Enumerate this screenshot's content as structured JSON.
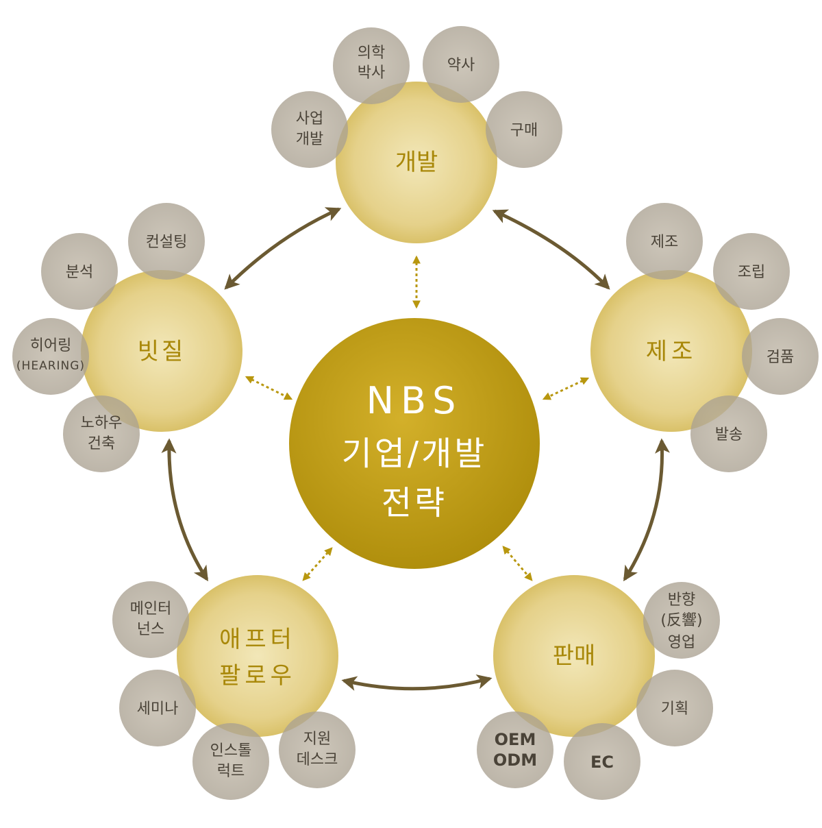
{
  "center": {
    "line1": "NBS",
    "line2": "기업/개발",
    "line3": "전략"
  },
  "stages": {
    "dev": {
      "label": "개발"
    },
    "mfg": {
      "label": "제조"
    },
    "sales": {
      "label": "판매"
    },
    "after": {
      "line1": "애프터",
      "line2": "팔로우"
    },
    "bitjil": {
      "label": "빗질"
    }
  },
  "satellites": {
    "dev": [
      {
        "lines": [
          "의학",
          "박사"
        ]
      },
      {
        "lines": [
          "약사"
        ]
      },
      {
        "lines": [
          "사업",
          "개발"
        ]
      },
      {
        "lines": [
          "구매"
        ]
      }
    ],
    "mfg": [
      {
        "lines": [
          "제조"
        ]
      },
      {
        "lines": [
          "조립"
        ]
      },
      {
        "lines": [
          "검품"
        ]
      },
      {
        "lines": [
          "발송"
        ]
      }
    ],
    "sales": [
      {
        "lines": [
          "반향",
          "(反響)",
          "영업"
        ]
      },
      {
        "lines": [
          "기획"
        ]
      },
      {
        "lines": [
          "EC"
        ]
      },
      {
        "lines": [
          "OEM",
          "ODM"
        ]
      }
    ],
    "after": [
      {
        "lines": [
          "메인터",
          "넌스"
        ]
      },
      {
        "lines": [
          "세미나"
        ]
      },
      {
        "lines": [
          "인스톨",
          "럭트"
        ]
      },
      {
        "lines": [
          "지원",
          "데스크"
        ]
      }
    ],
    "bitjil": [
      {
        "lines": [
          "컨설팅"
        ]
      },
      {
        "lines": [
          "분석"
        ]
      },
      {
        "lines": [
          "히어링",
          "(HEARING)"
        ]
      },
      {
        "lines": [
          "노하우",
          "건축"
        ]
      }
    ]
  },
  "colors": {
    "center": "#b8970f",
    "stage": "#e6d38f",
    "satellite": "#b3aa9b",
    "stage_text": "#a88708",
    "sub_text": "#4a4338",
    "arrow_solid": "#6b5a32",
    "arrow_dotted": "#b8970f"
  }
}
